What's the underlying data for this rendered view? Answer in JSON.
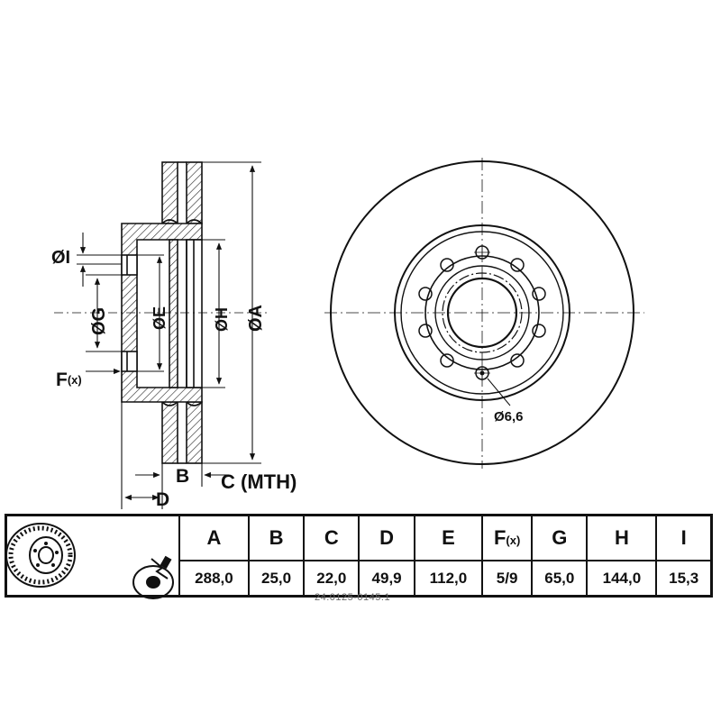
{
  "diagram": {
    "labels": {
      "I": "ØI",
      "G": "ØG",
      "E": "ØE",
      "H": "ØH",
      "A": "ØA",
      "F": "F",
      "F_suffix": "(x)",
      "B": "B",
      "C": "C (MTH)",
      "D": "D",
      "bolt_hole": "Ø6,6"
    }
  },
  "spec_table": {
    "headers": [
      {
        "main": "A",
        "suffix": ""
      },
      {
        "main": "B",
        "suffix": ""
      },
      {
        "main": "C",
        "suffix": ""
      },
      {
        "main": "D",
        "suffix": ""
      },
      {
        "main": "E",
        "suffix": ""
      },
      {
        "main": "F",
        "suffix": "(x)"
      },
      {
        "main": "G",
        "suffix": ""
      },
      {
        "main": "H",
        "suffix": ""
      },
      {
        "main": "I",
        "suffix": ""
      }
    ],
    "values": [
      "288,0",
      "25,0",
      "22,0",
      "49,9",
      "112,0",
      "5/9",
      "65,0",
      "144,0",
      "15,3"
    ]
  },
  "part_number": "24.0125-0145.1"
}
